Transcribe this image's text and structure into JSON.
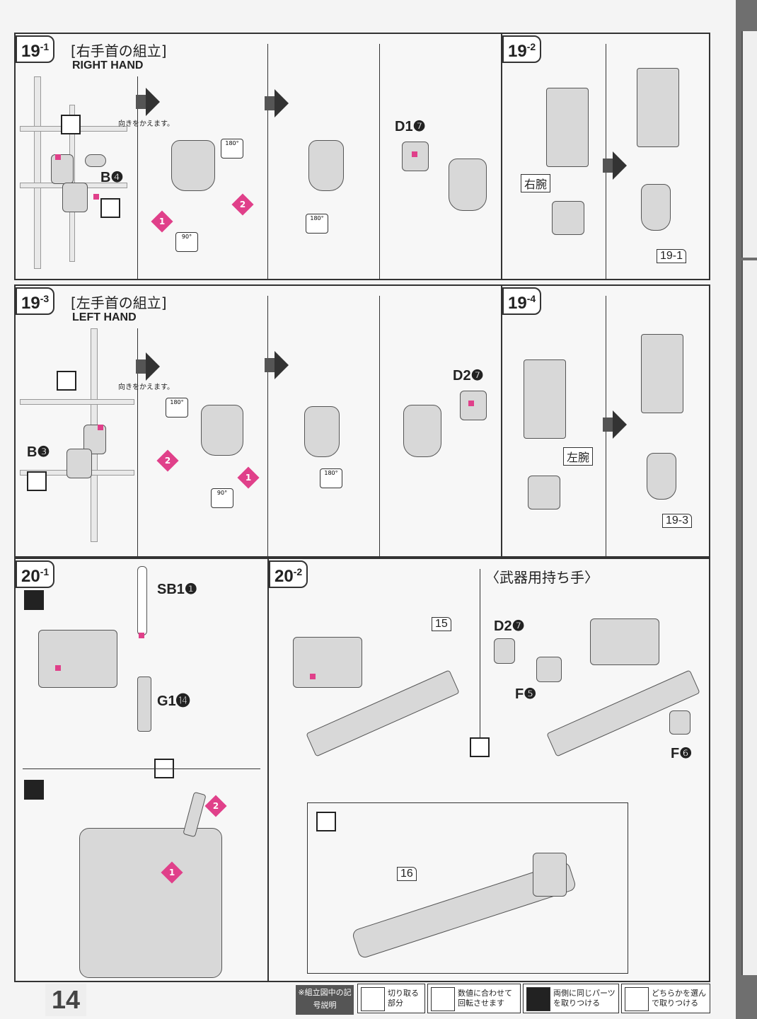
{
  "page_number": "14",
  "steps": {
    "s19_1": {
      "num": "19",
      "sub": "-1",
      "title_jp": "[右手首の組立]",
      "title_en": "RIGHT HAND",
      "note": "向きをかえます。",
      "parts": [
        "B4",
        "D17"
      ],
      "rot": [
        "180°",
        "90°",
        "180°"
      ]
    },
    "s19_2": {
      "num": "19",
      "sub": "-2",
      "label": "右腕",
      "ref": "19-1"
    },
    "s19_3": {
      "num": "19",
      "sub": "-3",
      "title_jp": "[左手首の組立]",
      "title_en": "LEFT HAND",
      "note": "向きをかえます。",
      "parts": [
        "B3",
        "D27"
      ],
      "rot": [
        "180°",
        "90°",
        "180°"
      ]
    },
    "s19_4": {
      "num": "19",
      "sub": "-4",
      "label": "左腕",
      "ref": "19-3"
    },
    "s20_1": {
      "num": "20",
      "sub": "-1",
      "parts": [
        "SB1",
        "G1"
      ]
    },
    "s20_2": {
      "num": "20",
      "sub": "-2",
      "subtitle": "〈武器用持ち手〉",
      "parts": [
        "D2",
        "F5",
        "F6"
      ],
      "refs": [
        "15",
        "16"
      ]
    }
  },
  "part_labels": {
    "b4": "B❹",
    "d17": "D1❼",
    "b3": "B❸",
    "d27": "D2❼",
    "sb1": "SB1❶",
    "g1": "G1⓮",
    "d27b": "D2❼",
    "f5": "F❺",
    "f6": "F❻"
  },
  "legend": {
    "head": "※組立図中の記号説明",
    "items": [
      {
        "icon": "cut-icon",
        "text": "切り取る部分"
      },
      {
        "icon": "rotate-icon",
        "text": "数値に合わせて回転させます"
      },
      {
        "icon": "both-sides-icon",
        "text": "両側に同じパーツを取りつける"
      },
      {
        "icon": "choose-icon",
        "text": "どちらかを選んで取りつける"
      }
    ]
  },
  "colors": {
    "accent": "#e0408a",
    "line": "#333333"
  }
}
